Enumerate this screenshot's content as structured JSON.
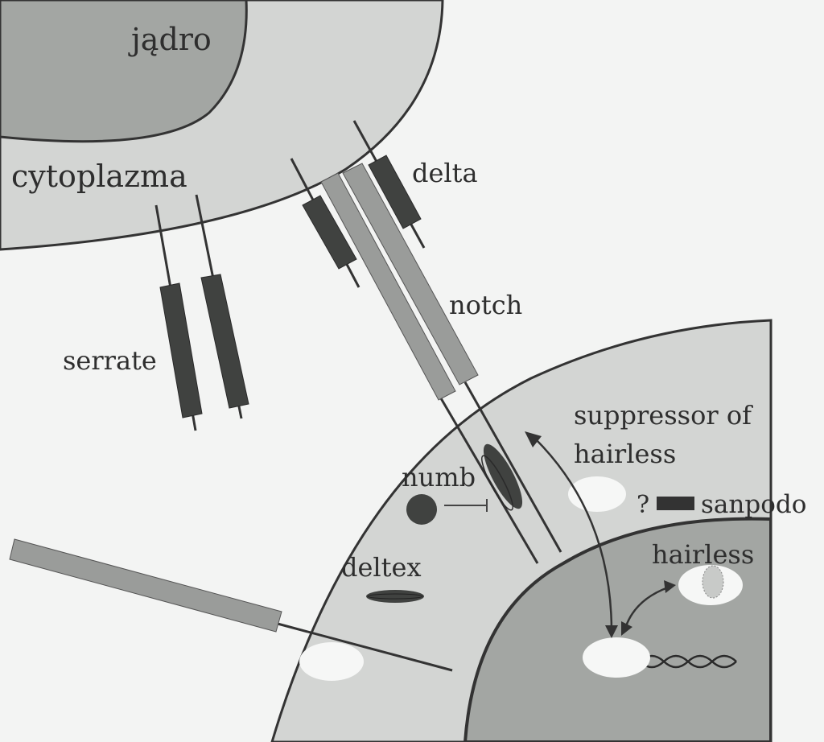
{
  "labels": {
    "nucleus_top": "jądro",
    "cytoplasm": "cytoplazma",
    "delta": "delta",
    "notch": "notch",
    "serrate": "serrate",
    "suppressor_line1": "suppressor of",
    "suppressor_line2": "hairless",
    "numb": "numb",
    "question": "?",
    "sanpodo": "sanpodo",
    "hairless": "hairless",
    "deltex": "deltex"
  },
  "colors": {
    "background": "#f3f4f3",
    "cytoplasm": "#d3d5d3",
    "nucleus": "#a3a6a3",
    "membrane": "#333333",
    "dark_protein": "#404240",
    "notch_protein": "#9a9c9a",
    "complex_white": "#f6f7f6"
  }
}
